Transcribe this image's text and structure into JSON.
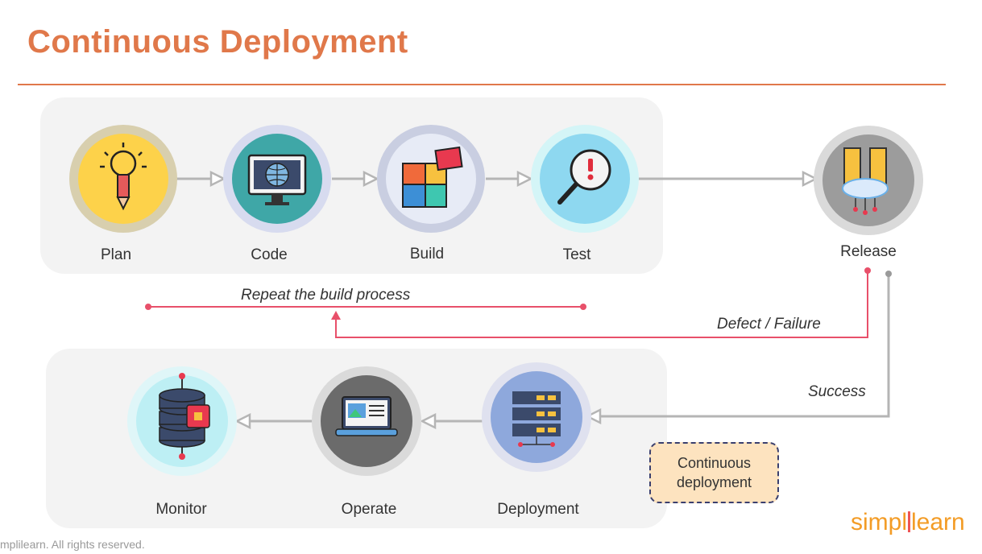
{
  "title": "Continuous Deployment",
  "stages": {
    "plan": "Plan",
    "code": "Code",
    "build": "Build",
    "test": "Test",
    "release": "Release",
    "deployment": "Deployment",
    "operate": "Operate",
    "monitor": "Monitor"
  },
  "flow": {
    "repeat": "Repeat the build process",
    "defect": "Defect / Failure",
    "success": "Success"
  },
  "callout": "Continuous deployment",
  "logo": {
    "left": "simpl",
    "right": "learn"
  },
  "footer": "mplilearn. All rights reserved.",
  "colors": {
    "accent": "#e0784a",
    "defect_line": "#e8506a",
    "connector": "#b5b5b5"
  },
  "icons": [
    "lightbulb-icon",
    "monitor-globe-icon",
    "puzzle-icon",
    "magnifier-alert-icon",
    "server-cloud-icon",
    "server-rack-icon",
    "laptop-icon",
    "database-lock-icon"
  ]
}
